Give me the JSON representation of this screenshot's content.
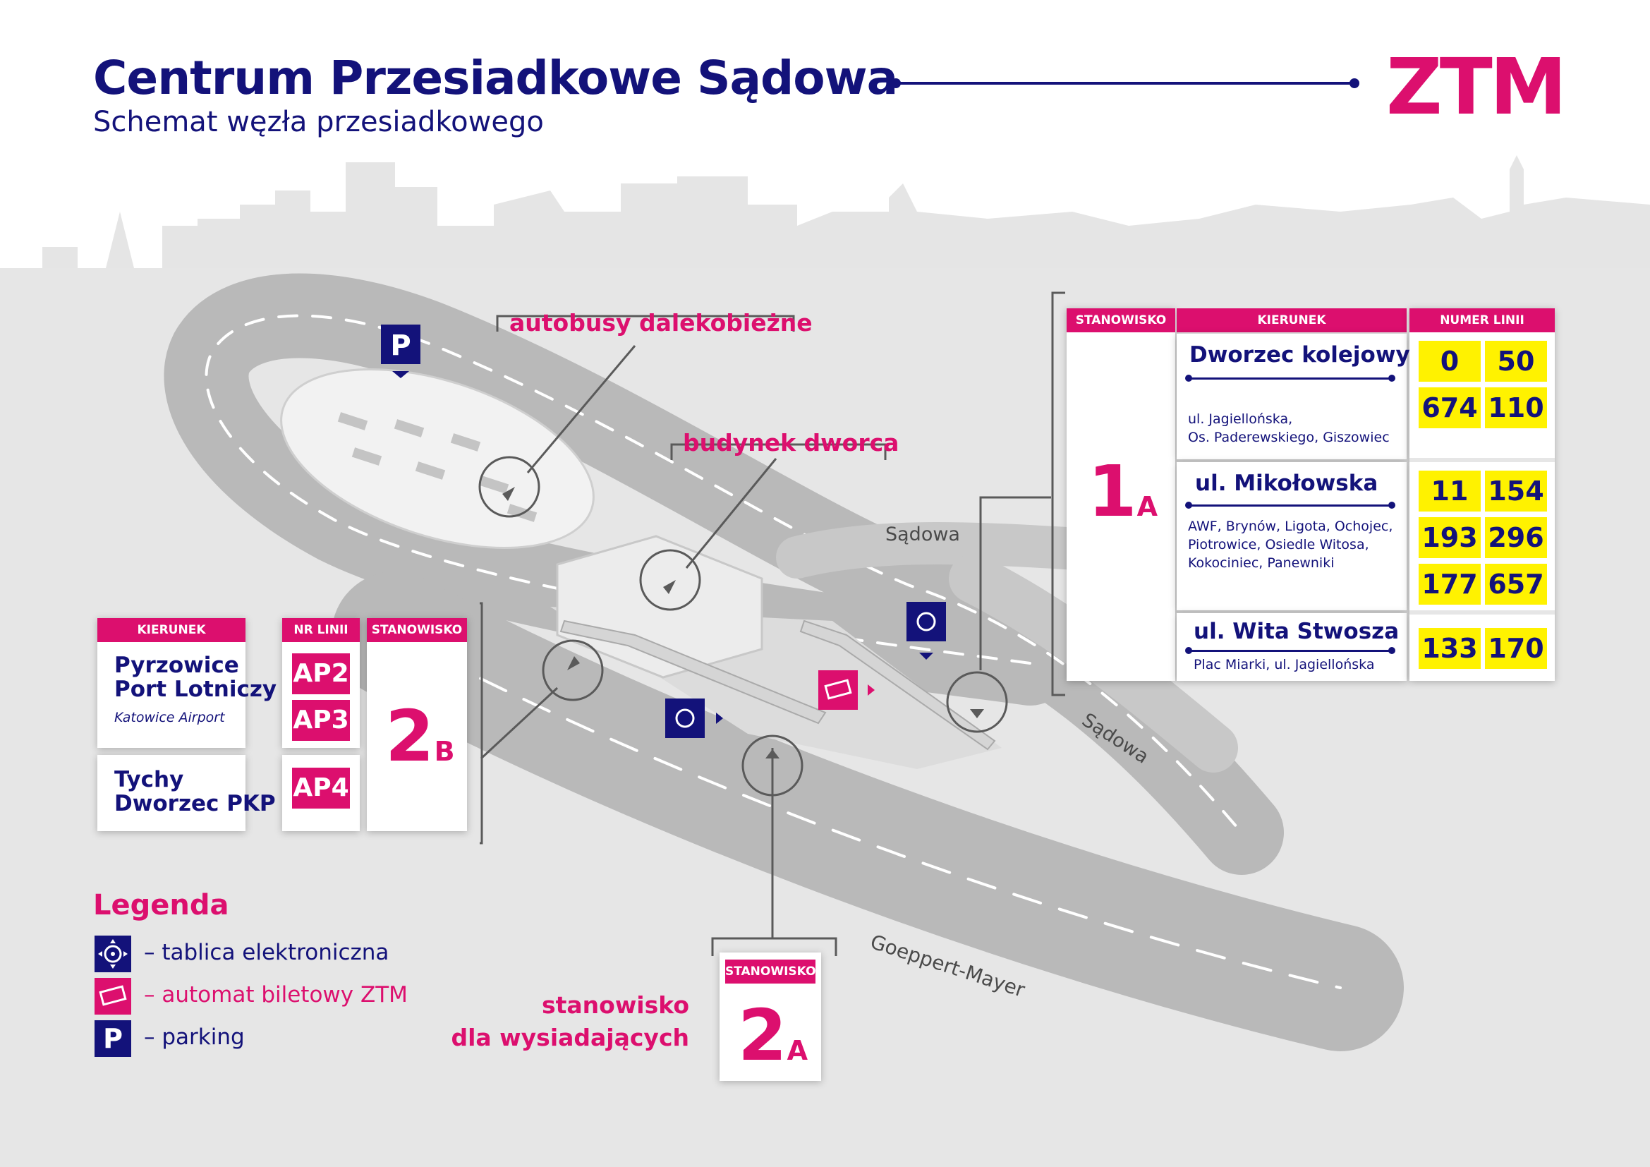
{
  "header": {
    "title": "Centrum Przesiadkowe Sądowa",
    "subtitle": "Schemat węzła przesiadkowego",
    "logo": "ZTM"
  },
  "map_labels": {
    "long_distance": "autobusy dalekobieżne",
    "station_building": "budynek dworca",
    "street_sadowa_1": "Sądowa",
    "street_sadowa_2": "Sądowa",
    "street_goeppert": "Goeppert-Mayer",
    "alight": [
      "stanowisko",
      "dla wysiadających"
    ]
  },
  "stop_1A": {
    "headers": [
      "STANOWISKO",
      "KIERUNEK",
      "NUMER LINII"
    ],
    "platform_number": "1",
    "platform_letter": "A",
    "rows": [
      {
        "destination": "Dworzec kolejowy",
        "via": [
          "ul. Jagiellońska,",
          "Os. Paderewskiego, Giszowiec"
        ],
        "lines": [
          "0",
          "50",
          "674",
          "110"
        ]
      },
      {
        "destination": "ul. Mikołowska",
        "via": [
          "AWF, Brynów, Ligota, Ochojec,",
          "Piotrowice, Osiedle Witosa,",
          "Kokociniec, Panewniki"
        ],
        "lines": [
          "11",
          "154",
          "193",
          "296",
          "177",
          "657"
        ]
      },
      {
        "destination": "ul. Wita Stwosza",
        "via": [
          "Plac Miarki, ul. Jagiellońska"
        ],
        "lines": [
          "133",
          "170"
        ]
      }
    ]
  },
  "stop_2B": {
    "headers": [
      "KIERUNEK",
      "NR LINII",
      "STANOWISKO"
    ],
    "platform_number": "2",
    "platform_letter": "B",
    "rows": [
      {
        "destination": [
          "Pyrzowice",
          "Port Lotniczy"
        ],
        "note": "Katowice Airport",
        "lines": [
          "AP2",
          "AP3"
        ]
      },
      {
        "destination": [
          "Tychy",
          "Dworzec PKP"
        ],
        "lines": [
          "AP4"
        ]
      }
    ]
  },
  "stop_2A": {
    "header": "STANOWISKO",
    "platform_number": "2",
    "platform_letter": "A"
  },
  "legend": {
    "title": "Legenda",
    "items": [
      {
        "icon": "electronic-board-icon",
        "label": "– tablica elektroniczna"
      },
      {
        "icon": "ticket-machine-icon",
        "label": "– automat biletowy ZTM"
      },
      {
        "icon": "parking-icon",
        "label": "– parking",
        "glyph": "P"
      }
    ]
  },
  "colors": {
    "navy": "#13127a",
    "magenta": "#dc0f6e",
    "yellow": "#fff200",
    "grey": "#e6e6e6"
  }
}
